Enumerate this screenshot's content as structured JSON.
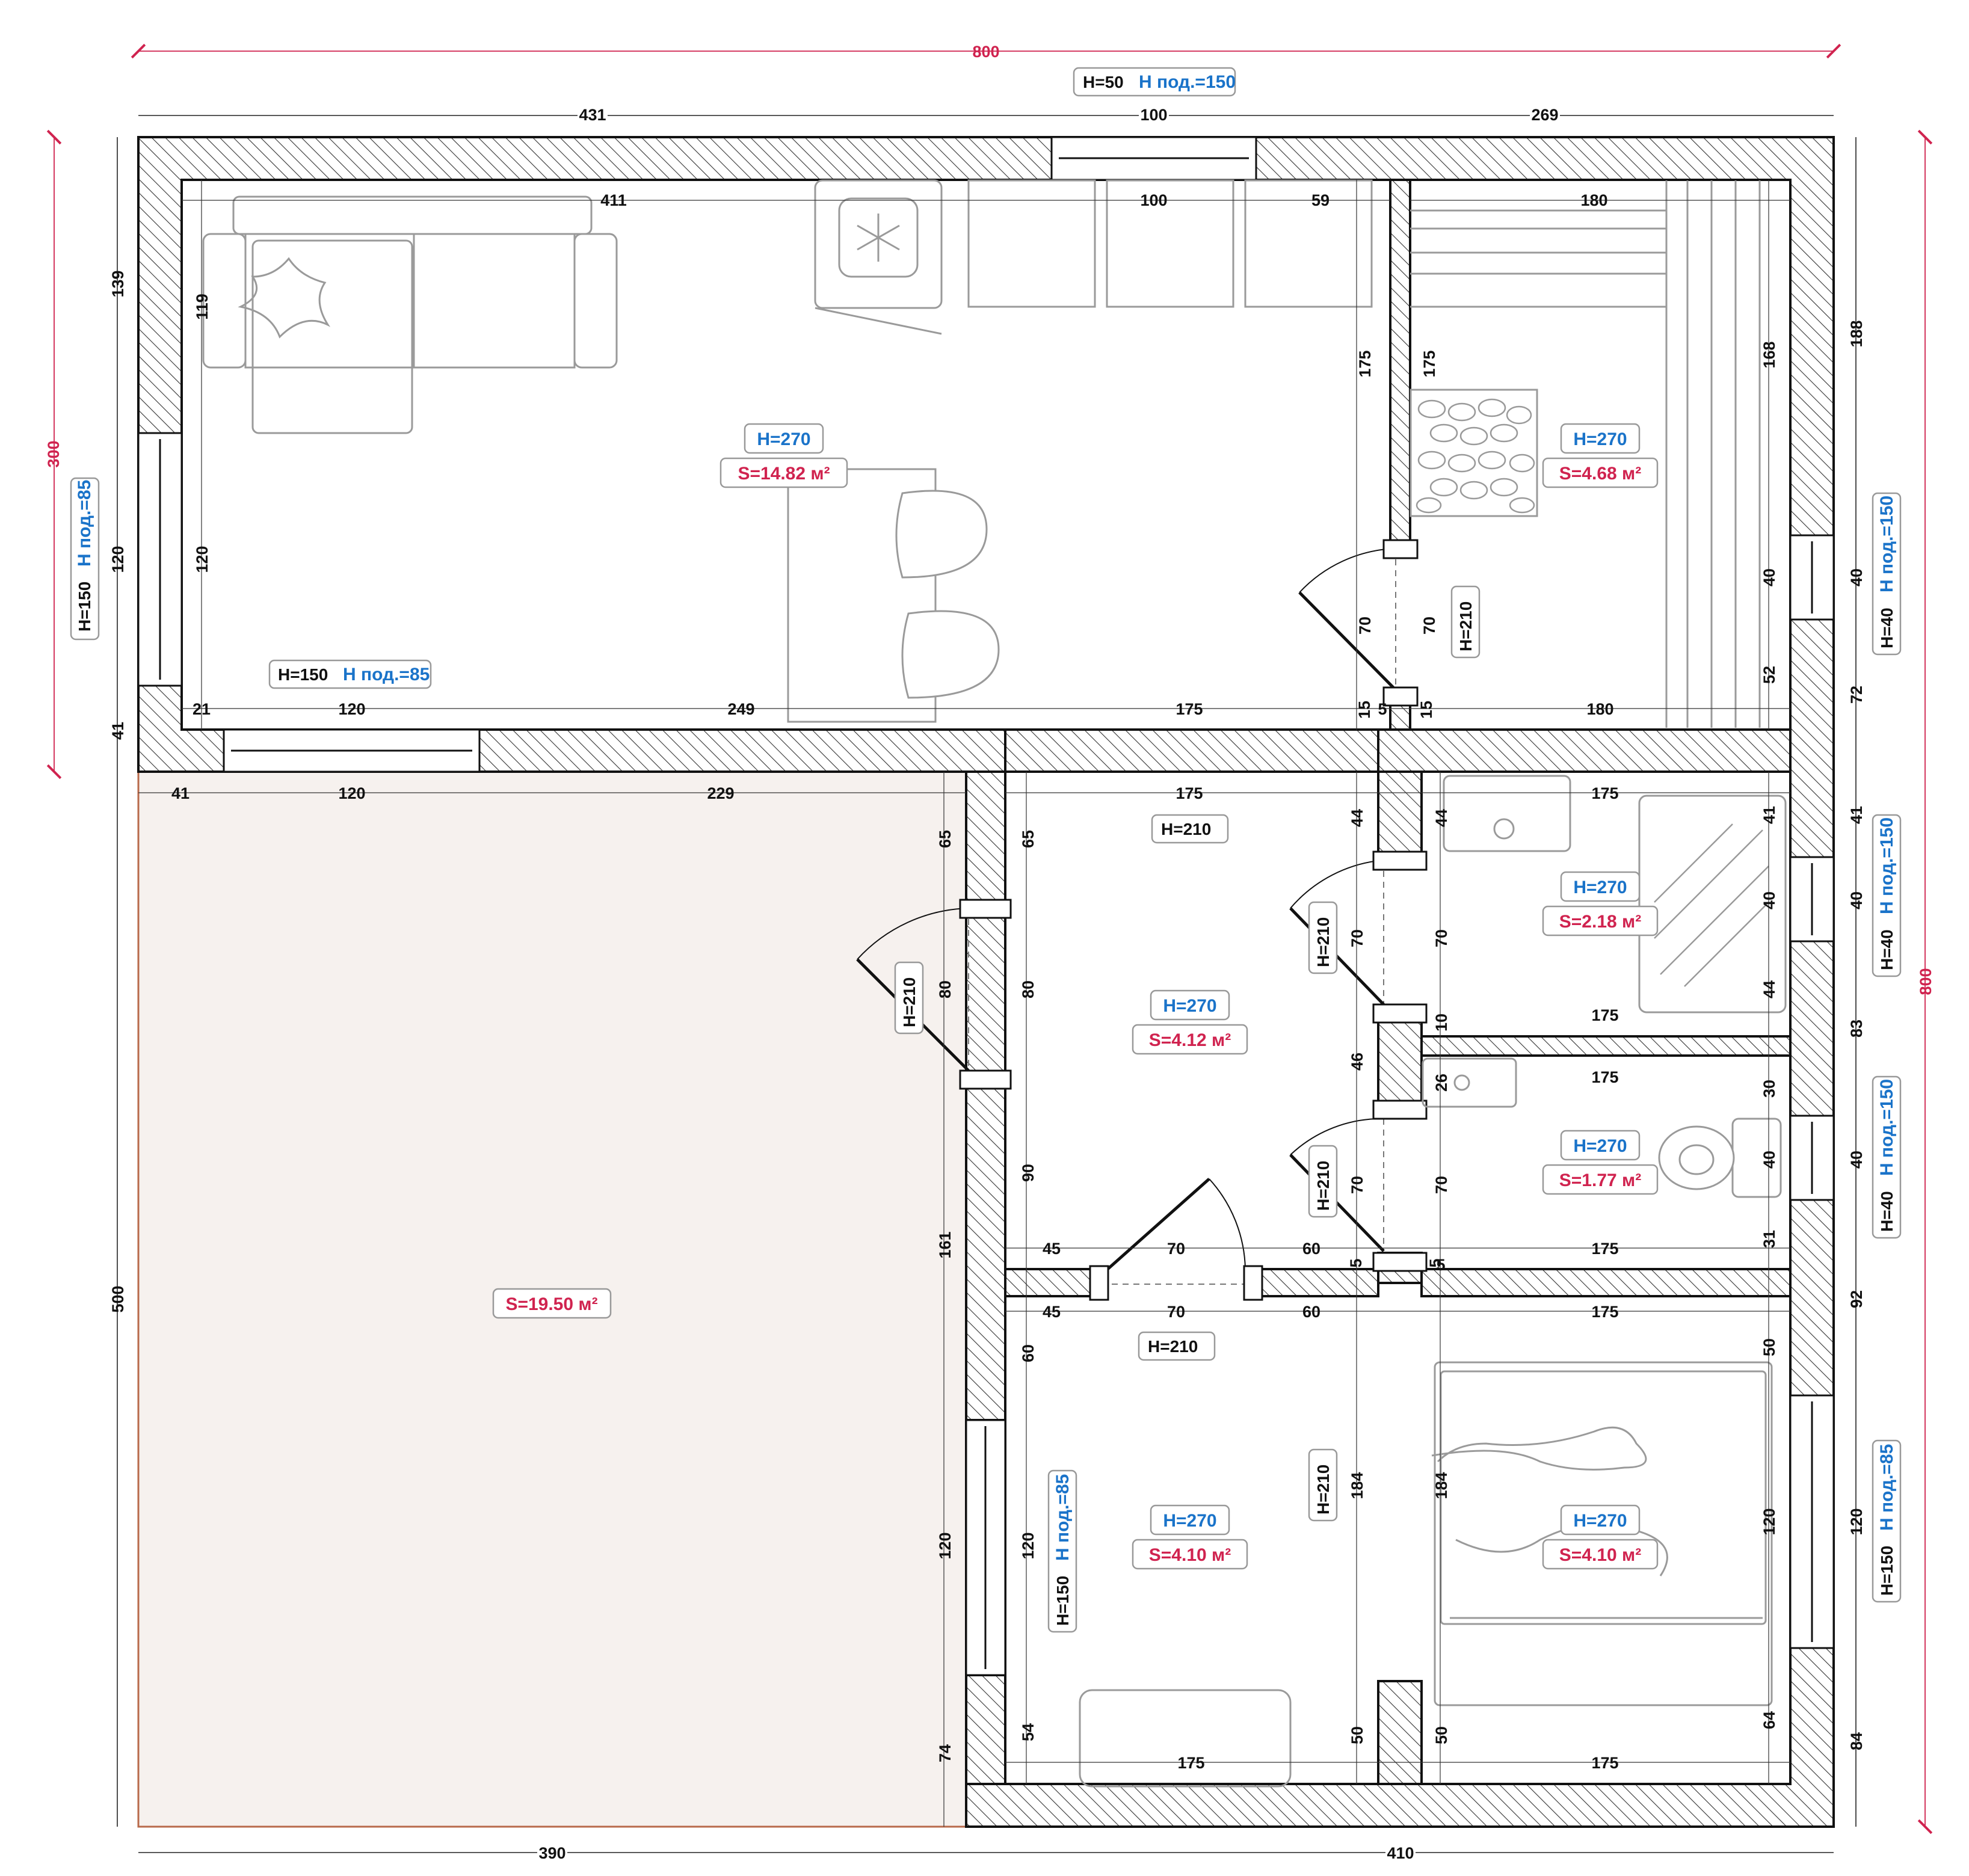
{
  "overall": {
    "width_top": "800",
    "height_left": "300",
    "height_right": "800"
  },
  "rooms": [
    {
      "id": "living",
      "h": "H=270",
      "s": "S=14.82 м²"
    },
    {
      "id": "sauna",
      "h": "H=270",
      "s": "S=4.68 м²"
    },
    {
      "id": "hall",
      "h": "H=270",
      "s": "S=4.12 м²"
    },
    {
      "id": "shower",
      "h": "H=270",
      "s": "S=2.18 м²"
    },
    {
      "id": "wc",
      "h": "H=270",
      "s": "S=1.77 м²"
    },
    {
      "id": "bedroom1",
      "h": "H=270",
      "s": "S=4.10 м²"
    },
    {
      "id": "bedroom2",
      "h": "H=270",
      "s": "S=4.10 м²"
    },
    {
      "id": "terrace",
      "h": "",
      "s": "S=19.50 м²"
    }
  ],
  "tags": {
    "top_window_h": "H=50",
    "top_window_sill": "Н под.=150",
    "living_bottom_window_h": "H=150",
    "living_bottom_window_sill": "Н под.=85",
    "living_left_window_h": "H=150",
    "living_left_window_sill": "Н под.=85",
    "sauna_window_h": "H=40",
    "sauna_window_sill": "Н под.=150",
    "shower_window_h": "H=40",
    "shower_window_sill": "Н под.=150",
    "wc_window_h": "H=40",
    "wc_window_sill": "Н под.=150",
    "bed2_window_h": "H=150",
    "bed2_window_sill": "Н под.=85",
    "bed1_window_h": "H=150",
    "bed1_window_sill": "Н под.=85",
    "door_sauna": "H=210",
    "door_hall_top": "H=210",
    "door_shower": "H=210",
    "door_terrace": "H=210",
    "door_wc": "H=210",
    "door_bed1": "H=210",
    "door_bed2": "H=210"
  },
  "dims": {
    "top": [
      "431",
      "100",
      "269"
    ],
    "inner_top": [
      "411",
      "100",
      "59",
      "180"
    ],
    "living_bottom": [
      "21",
      "120",
      "249",
      "175",
      "15",
      "5",
      "15",
      "180"
    ],
    "terrace_top": [
      "41",
      "120",
      "229",
      "175",
      "175"
    ],
    "hall_bottom": [
      "45",
      "70",
      "60",
      "5",
      "5",
      "175"
    ],
    "bed_top": [
      "45",
      "70",
      "60",
      "175"
    ],
    "bottom_inner": [
      "175",
      "175"
    ],
    "bottom": [
      "390",
      "410"
    ],
    "left": [
      "139",
      "120",
      "41",
      "500"
    ],
    "left_inner": [
      "119",
      "120"
    ],
    "living_right": [
      "175",
      "70",
      "175",
      "70",
      "168",
      "40",
      "52"
    ],
    "right_outer": [
      "188",
      "40",
      "72",
      "41",
      "40",
      "83",
      "40",
      "92",
      "120",
      "84"
    ],
    "hall_left": [
      "65",
      "80",
      "161",
      "120",
      "74",
      "65",
      "80",
      "90",
      "60",
      "120",
      "54"
    ],
    "hall_right": [
      "44",
      "70",
      "46",
      "70",
      "184",
      "50",
      "44",
      "70",
      "10",
      "26",
      "70",
      "5",
      "184",
      "50"
    ],
    "shower_right": [
      "41",
      "40",
      "44"
    ],
    "wc_right": [
      "30",
      "40",
      "31"
    ],
    "bed2_right": [
      "50",
      "120",
      "64"
    ],
    "shower_bottom": "175",
    "wc_top": "175"
  },
  "colors": {
    "accent_red": "#d0234f",
    "accent_blue": "#1a73c9",
    "terrace_fill": "#f6f1ee",
    "terrace_border": "#b8694a"
  }
}
